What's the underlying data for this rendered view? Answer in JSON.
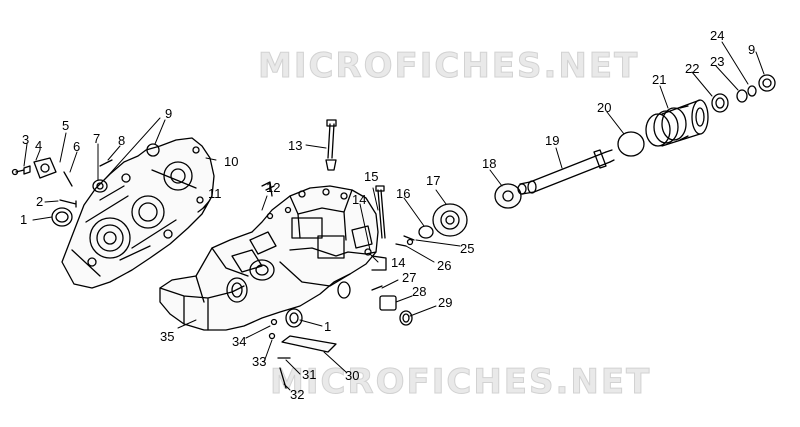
{
  "watermark": {
    "text": "MICROFICHES.NET"
  },
  "callouts": [
    "1",
    "2",
    "3",
    "4",
    "5",
    "6",
    "7",
    "8",
    "9",
    "10",
    "11",
    "12",
    "13",
    "14",
    "15",
    "16",
    "17",
    "18",
    "19",
    "20",
    "21",
    "22",
    "23",
    "24",
    "25",
    "26",
    "27",
    "28",
    "29",
    "30",
    "31",
    "32",
    "33",
    "34",
    "35"
  ],
  "colors": {
    "line": "#000000",
    "paper": "#ffffff",
    "watermark_fill": "#e9e9e9"
  }
}
